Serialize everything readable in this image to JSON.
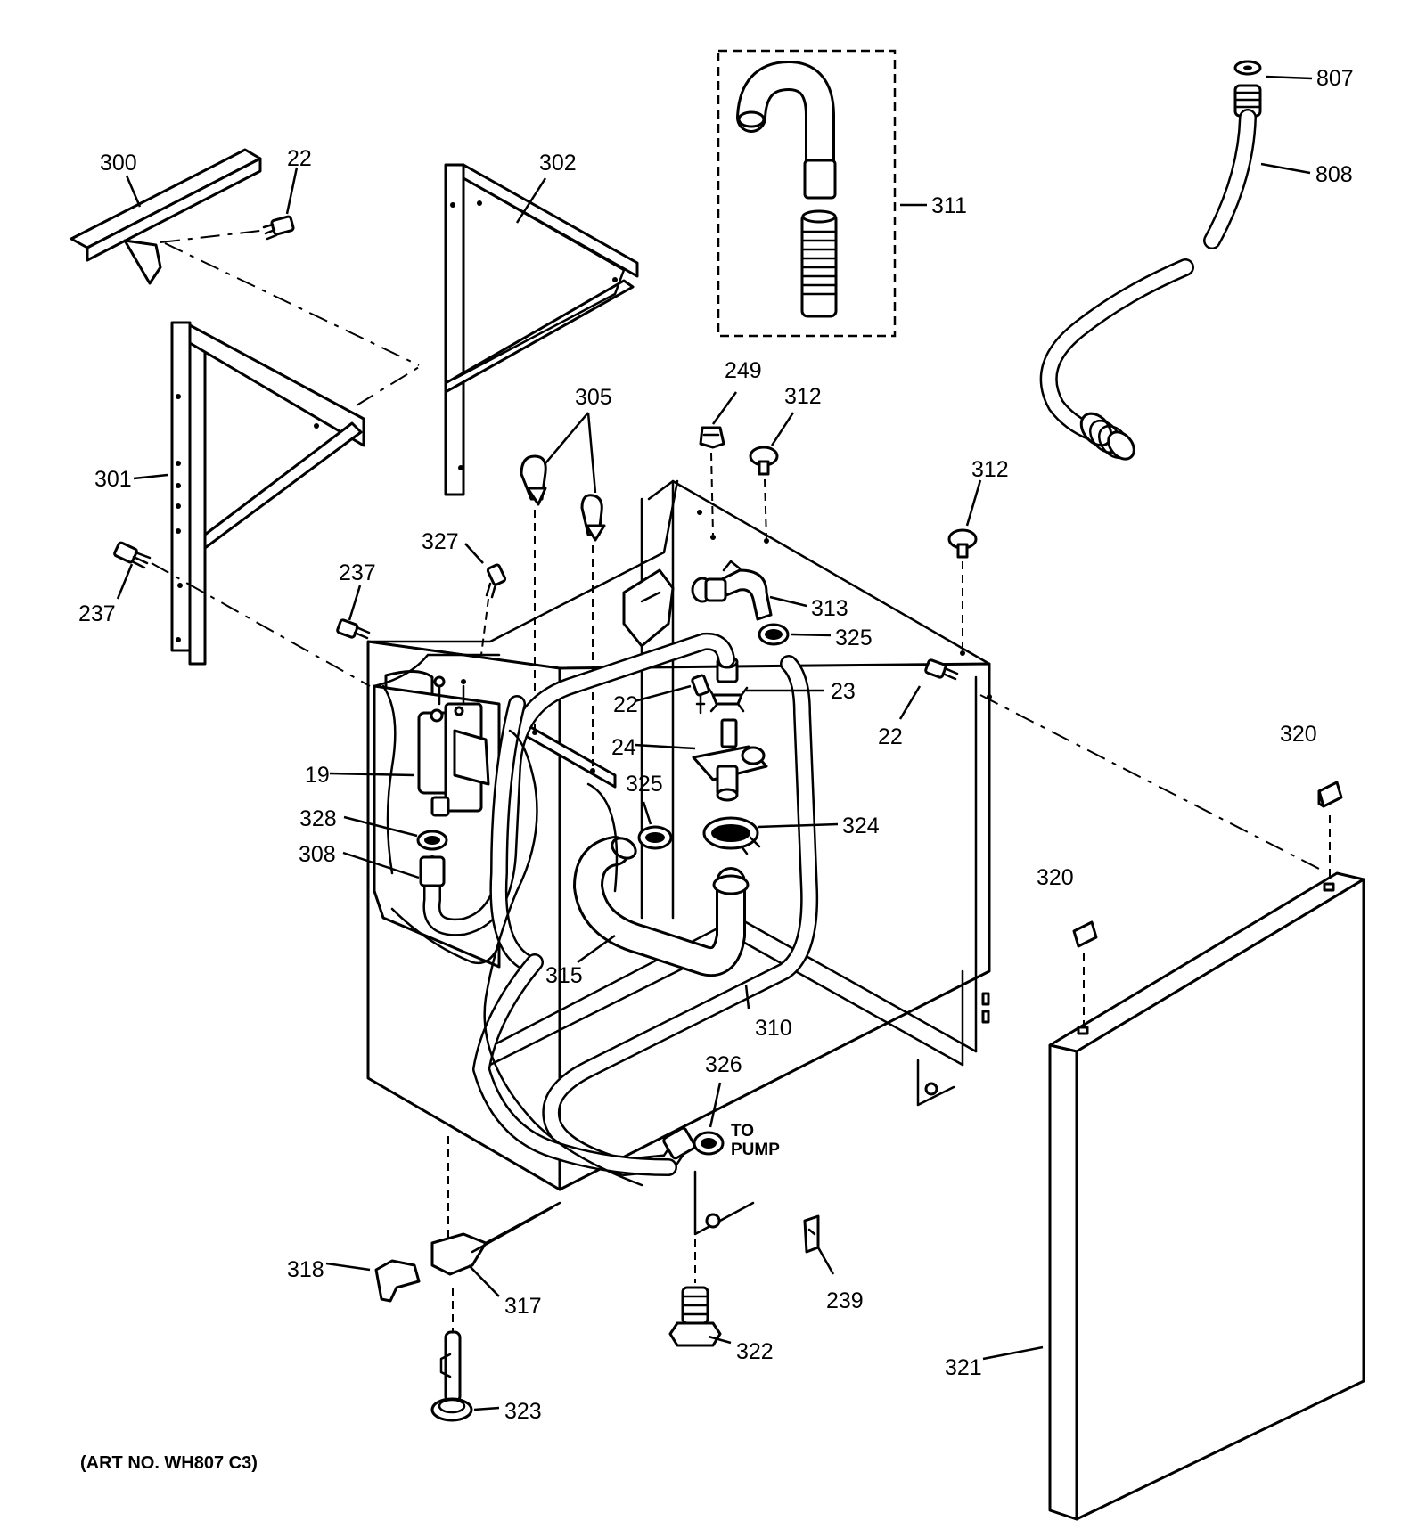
{
  "diagram": {
    "callouts": {
      "c300": "300",
      "c22a": "22",
      "c302": "302",
      "c311": "311",
      "c807": "807",
      "c808": "808",
      "c301": "301",
      "c237a": "237",
      "c237b": "237",
      "c327": "327",
      "c305": "305",
      "c249": "249",
      "c312a": "312",
      "c312b": "312",
      "c313": "313",
      "c325a": "325",
      "c22b": "22",
      "c23": "23",
      "c22c": "22",
      "c24": "24",
      "c325b": "325",
      "c324": "324",
      "c19": "19",
      "c328": "328",
      "c308": "308",
      "c315": "315",
      "c310": "310",
      "c320a": "320",
      "c320b": "320",
      "c326": "326",
      "c318": "318",
      "c317": "317",
      "c239": "239",
      "c322": "322",
      "c323": "323",
      "c321": "321"
    },
    "to_pump_line1": "TO",
    "to_pump_line2": "PUMP",
    "art_number": "(ART NO. WH807 C3)"
  }
}
